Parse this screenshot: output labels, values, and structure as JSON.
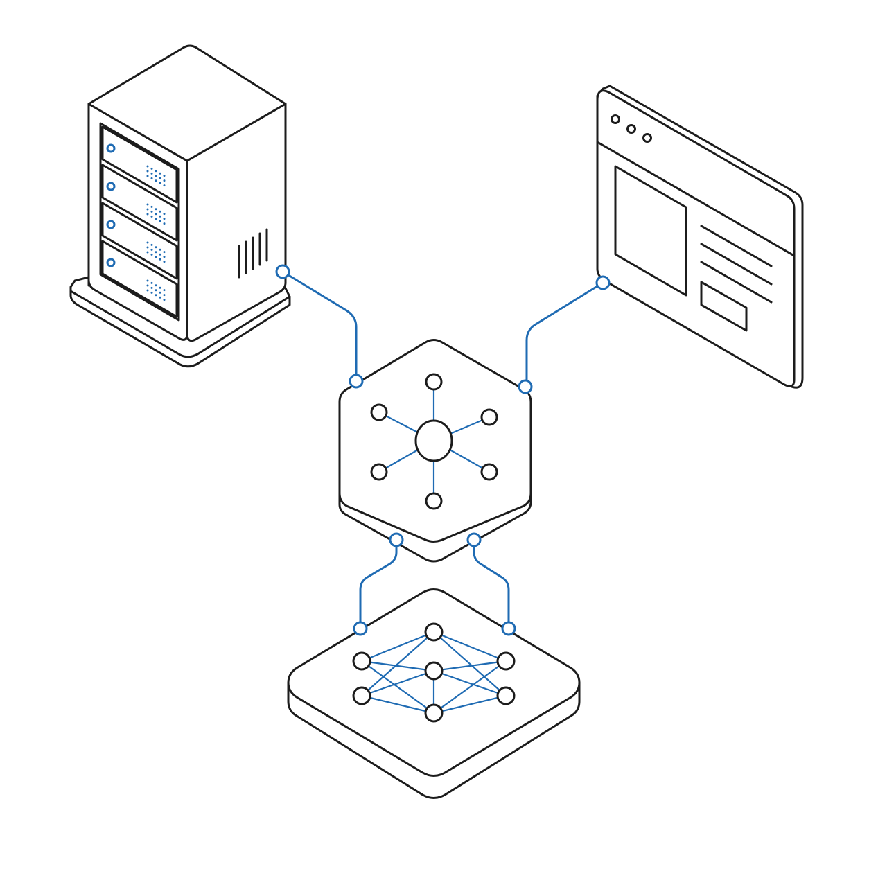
{
  "diagram": {
    "type": "isometric-architecture-illustration",
    "colors": {
      "background": "#ffffff",
      "outline": "#1c1c1c",
      "accent": "#1f6bb3"
    },
    "nodes": [
      {
        "id": "server",
        "icon": "server-rack-icon",
        "slots": 4
      },
      {
        "id": "browser",
        "icon": "browser-window-icon",
        "window_dots": 3
      },
      {
        "id": "hub",
        "icon": "hub-network-icon",
        "spokes": 6
      },
      {
        "id": "neural-net",
        "icon": "neural-network-icon",
        "layers": [
          2,
          3,
          2
        ]
      }
    ],
    "connections": [
      {
        "from": "server",
        "to": "hub"
      },
      {
        "from": "browser",
        "to": "hub"
      },
      {
        "from": "hub",
        "to": "neural-net"
      },
      {
        "from": "hub",
        "to": "neural-net"
      }
    ]
  }
}
